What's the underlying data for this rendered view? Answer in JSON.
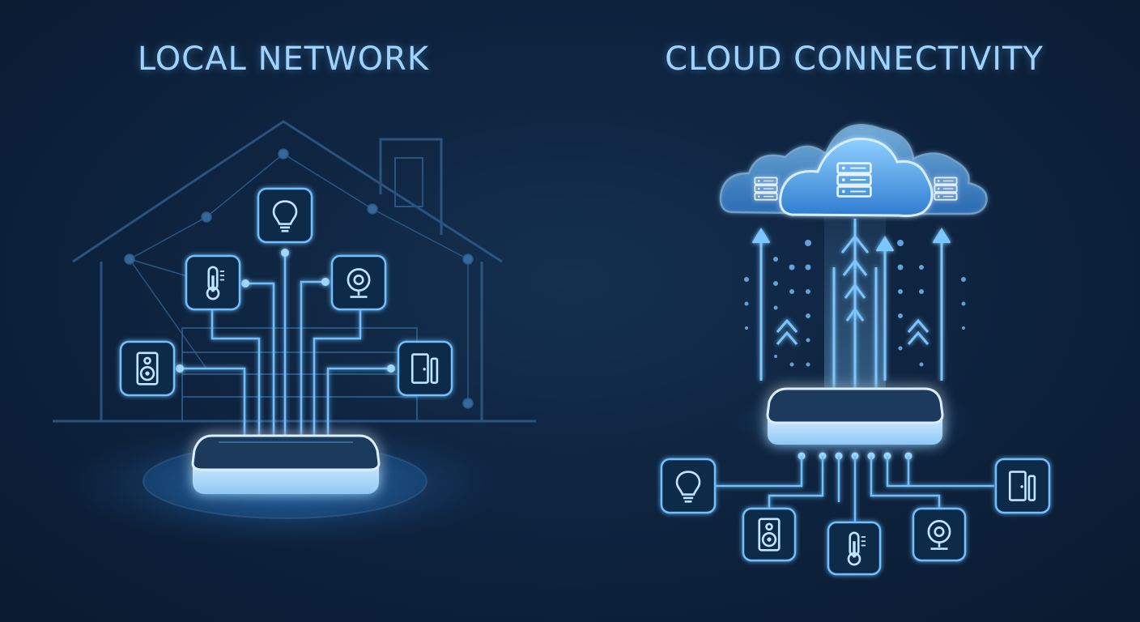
{
  "panels": {
    "left": {
      "title": "LOCAL NETWORK"
    },
    "right": {
      "title": "CLOUD CONNECTIVITY"
    }
  },
  "devices": {
    "local": [
      "lightbulb-icon",
      "thermometer-icon",
      "camera-icon",
      "speaker-icon",
      "door-sensor-icon"
    ],
    "cloud": [
      "lightbulb-icon",
      "speaker-icon",
      "thermometer-icon",
      "camera-icon",
      "door-sensor-icon"
    ]
  },
  "hubs": {
    "local": "hub-device",
    "cloud": "hub-device"
  },
  "cloud_icon": "cloud-server-icon",
  "colors": {
    "background": "#0e2440",
    "glow": "#4aa8ff",
    "line": "#6fbfff",
    "house_outline": "#2e5c8a",
    "title": "#9fd3ff"
  }
}
